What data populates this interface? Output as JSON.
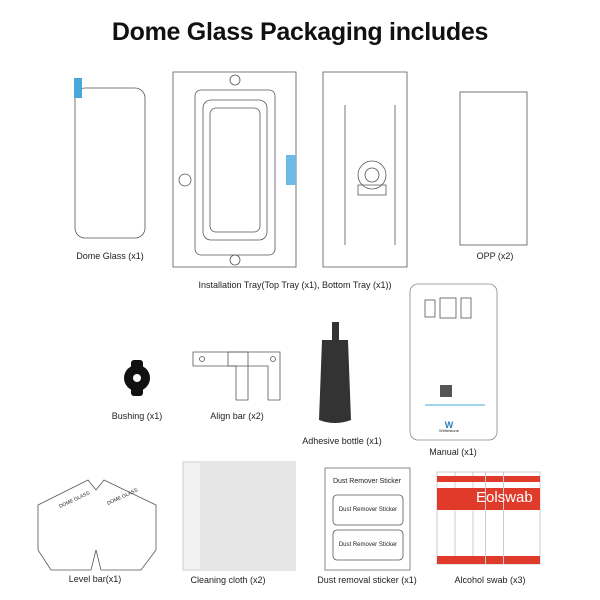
{
  "title": "Dome Glass Packaging includes",
  "items": [
    {
      "label": "Dome Glass (x1)"
    },
    {
      "label": "Installation Tray(Top Tray (x1), Bottom Tray (x1))"
    },
    {
      "label": "OPP (x2)"
    },
    {
      "label": "Manual (x1)"
    },
    {
      "label": "Bushing (x1)"
    },
    {
      "label": "Align bar (x2)"
    },
    {
      "label": "Adhesive bottle (x1)"
    },
    {
      "label": "Level bar(x1)"
    },
    {
      "label": "Cleaning cloth (x2)"
    },
    {
      "label": "Dust removal sticker (x1)"
    },
    {
      "label": "Alcohol swab (x3)"
    }
  ],
  "dust_sticker": {
    "header": "Dust Remover Sticker",
    "inner": "Dust Remover Sticker"
  },
  "swab": {
    "brand": "Eolswab"
  },
  "level_bar": {
    "brand": "DOME GLASS"
  },
  "manual": {
    "brand": "Whitestone"
  },
  "colors": {
    "accent_blue": "#4aa8d8",
    "swab_red": "#e03a2a",
    "bottle": "#333333"
  }
}
